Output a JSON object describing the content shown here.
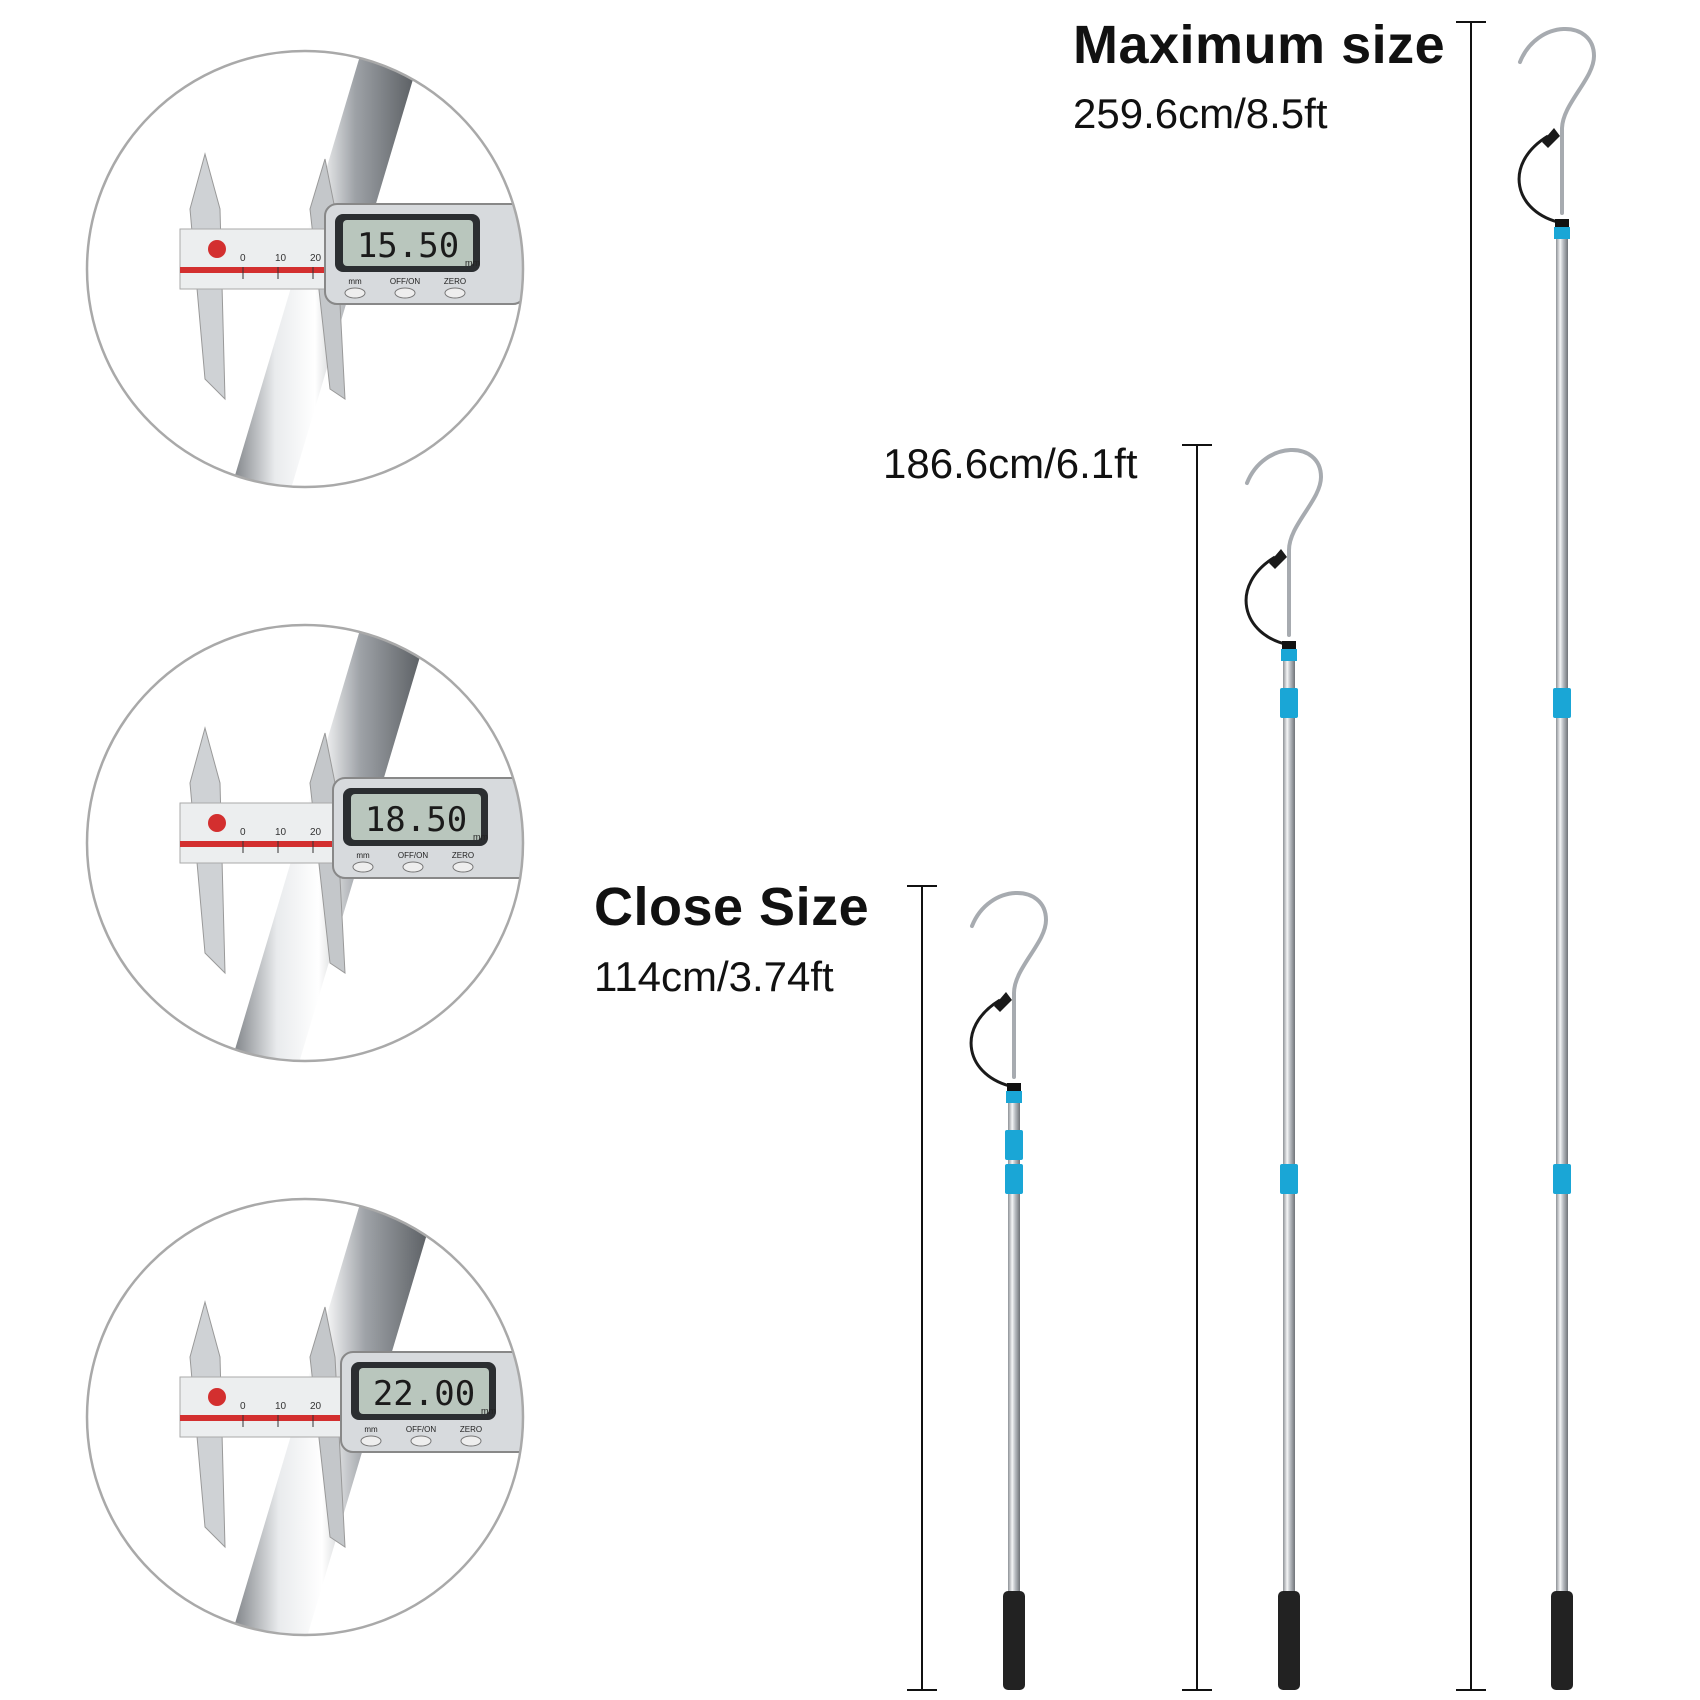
{
  "sizes": {
    "max": {
      "title": "Maximum size",
      "value": "259.6cm/8.5ft"
    },
    "mid": {
      "value": "186.6cm/6.1ft"
    },
    "close": {
      "title": "Close Size",
      "value": "114cm/3.74ft"
    }
  },
  "calipers": [
    {
      "reading": "15.50",
      "unit": "mm"
    },
    {
      "reading": "18.50",
      "unit": "mm"
    },
    {
      "reading": "22.00",
      "unit": "mm"
    }
  ],
  "caliper_labels": {
    "mm": "mm",
    "power": "OFF/ON",
    "zero": "ZERO",
    "scale": [
      "0",
      "10",
      "20"
    ]
  },
  "colors": {
    "accent_blue": "#1aa6d6",
    "rod": "#c8cbcf",
    "grip": "#222222"
  }
}
